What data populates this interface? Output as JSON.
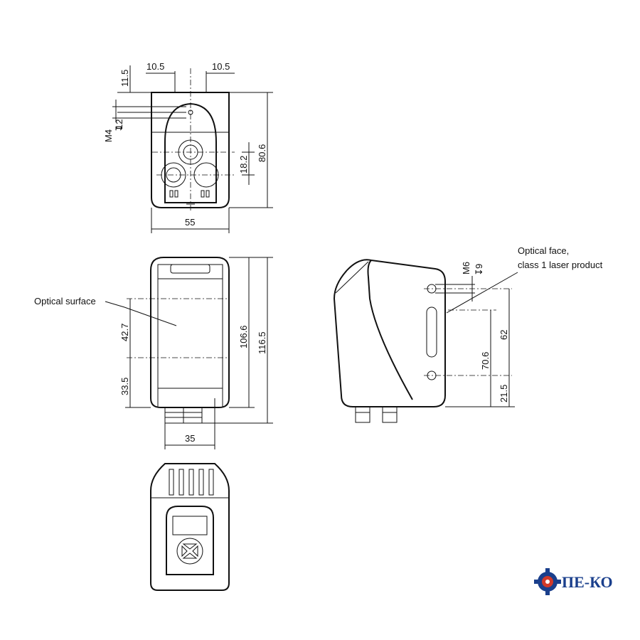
{
  "dimensions": {
    "top_view": {
      "offset_left": "10.5",
      "offset_right": "10.5",
      "top_offset": "11.5",
      "thread": "M4",
      "thread_depth": "12",
      "connector_spacing": "18.2",
      "height": "80.6",
      "width": "55"
    },
    "front_view": {
      "window_height": "42.7",
      "window_offset": "33.5",
      "height": "106.6",
      "total_height": "116.5",
      "connector_width": "35"
    },
    "side_view": {
      "thread": "M6",
      "thread_depth": "9",
      "hole_spacing": "62",
      "height": "70.6",
      "bottom_offset": "21.5"
    }
  },
  "labels": {
    "optical_surface": "Optical surface",
    "optical_face_line1": "Optical face,",
    "optical_face_line2": "class 1 laser product"
  },
  "logo": {
    "text": "ПЕ-КО",
    "icon": "gear-icon",
    "color": "#1a3f8c",
    "accent": "#d23a2a"
  }
}
